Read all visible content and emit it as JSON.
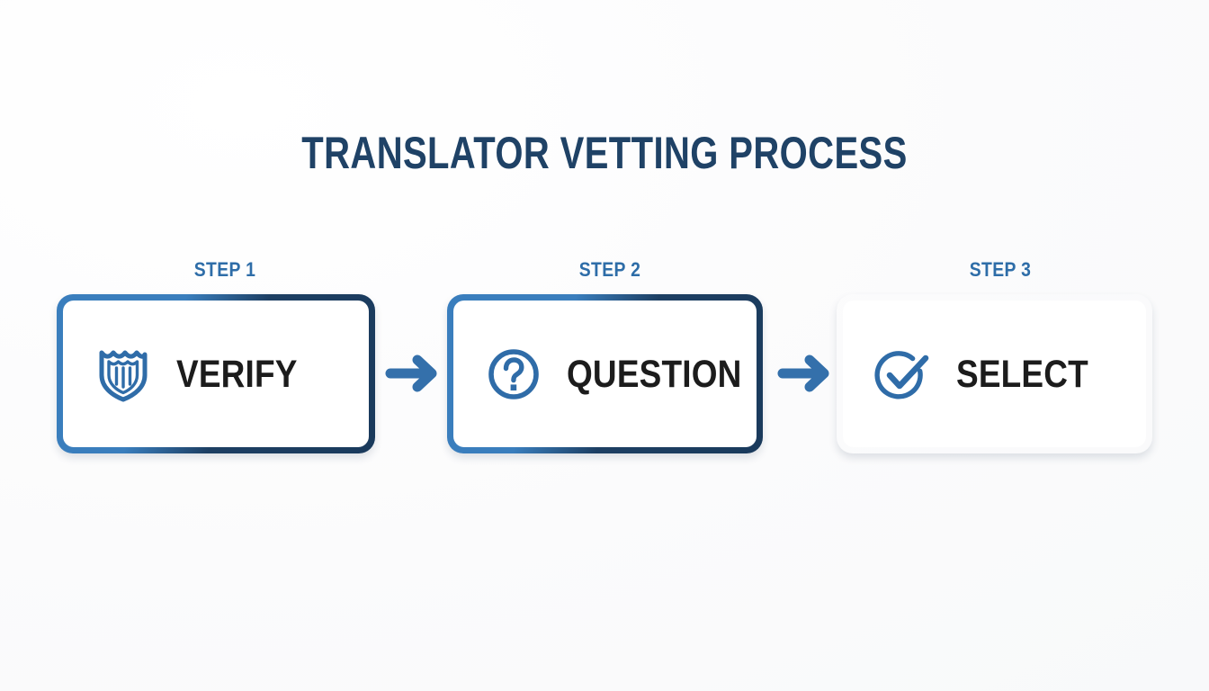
{
  "page": {
    "title": "TRANSLATOR VETTING PROCESS",
    "background_color": "#fcfcfd",
    "title_color": "#1f4266",
    "accent_blue": "#3a7ebd",
    "dark_navy": "#1a3a5c",
    "label_color": "#1c1c1c",
    "step_label_color": "#2e6da8"
  },
  "steps": [
    {
      "step_label": "STEP 1",
      "card_label": "VERIFY",
      "icon": "shield-icon",
      "border_style": "blue-to-navy-gradient"
    },
    {
      "step_label": "STEP 2",
      "card_label": "QUESTION",
      "icon": "question-circle-icon",
      "border_style": "blue-to-navy-gradient"
    },
    {
      "step_label": "STEP 3",
      "card_label": "SELECT",
      "icon": "check-circle-icon",
      "border_style": "navy"
    }
  ],
  "connectors": [
    {
      "name": "arrow-right-icon",
      "from": "STEP 1",
      "to": "STEP 2",
      "color": "#3470ab"
    },
    {
      "name": "arrow-right-icon",
      "from": "STEP 2",
      "to": "STEP 3",
      "color": "#3470ab"
    }
  ]
}
